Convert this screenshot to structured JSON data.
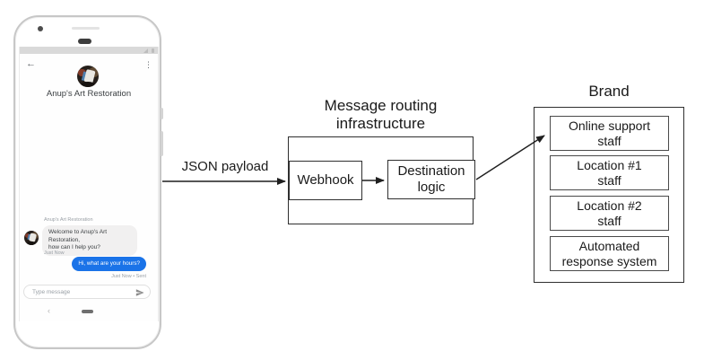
{
  "phone": {
    "status_bar": {
      "signal_icon": "signal-strength",
      "battery_icon": "battery"
    },
    "header": {
      "back_icon": "←",
      "menu_icon": "⋮",
      "title": "Anup's Art Restoration"
    },
    "conversation": {
      "sender_label": "Anup's Art Restoration",
      "incoming": {
        "text": "Welcome to Anup's Art Restoration,\nhow can I help you?",
        "timestamp": "Just Now"
      },
      "outgoing": {
        "text": "Hi, what are your hours?",
        "timestamp": "Just Now • Sent"
      }
    },
    "composer": {
      "placeholder": "Type message",
      "send_icon": "send-plane"
    },
    "nav_bar": {
      "back_icon": "‹",
      "home_icon": "home-pill"
    }
  },
  "diagram": {
    "payload_arrow_label": "JSON payload",
    "routing_box": {
      "title": "Message routing\ninfrastructure",
      "webhook_label": "Webhook",
      "destination_label": "Destination\nlogic"
    },
    "brand_box": {
      "title": "Brand",
      "items": [
        {
          "label": "Online support\nstaff"
        },
        {
          "label": "Location #1\nstaff"
        },
        {
          "label": "Location #2\nstaff"
        },
        {
          "label": "Automated\nresponse system"
        }
      ]
    }
  },
  "colors": {
    "outgoing_bubble": "#1a73e8",
    "incoming_bubble": "#f1f0f0",
    "status_bar": "#d9d9d9",
    "diagram_border": "#2f2f2f"
  }
}
